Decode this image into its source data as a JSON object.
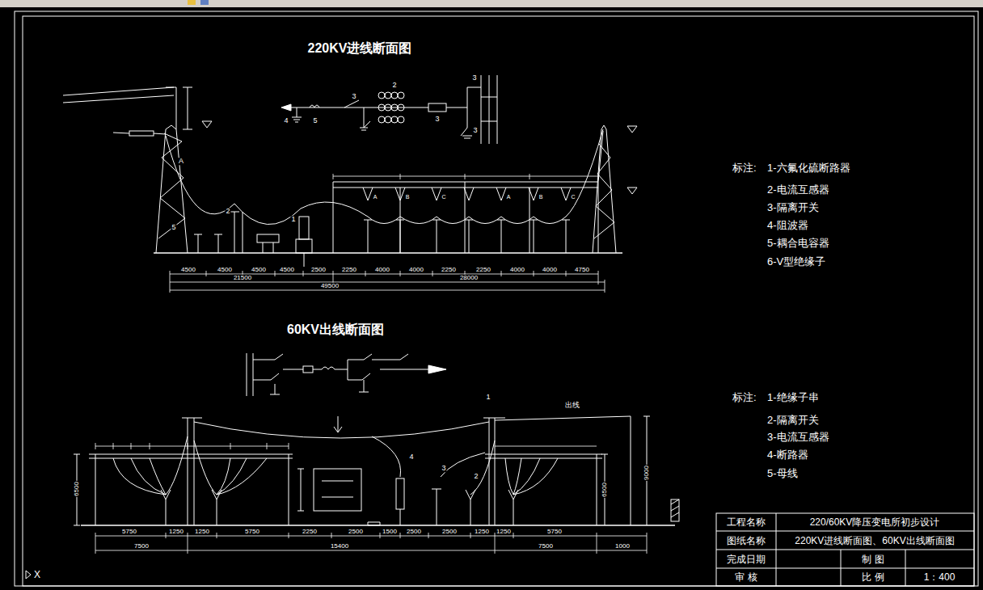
{
  "diagram": {
    "labels": [
      "220KV进线断面图",
      "60KV出线断面图",
      "标注:",
      "1-六氟化硫断路器",
      "2-电流互感器",
      "3-隔离开关",
      "4-阻波器",
      "5-耦合电容器",
      "6-V型绝缘子",
      "标注:",
      "1-绝缘子串",
      "2-隔离开关",
      "3-电流互感器",
      "4-断路器",
      "5-母线",
      "工程名称",
      "220/60KV降压变电所初步设计",
      "图纸名称",
      "220KV进线断面图、60KV出线断面图",
      "完成日期",
      "制 图",
      "审 核",
      "比 例",
      "1：400",
      "4500",
      "4500",
      "4500",
      "4500",
      "2500",
      "2250",
      "4000",
      "4000",
      "2250",
      "2250",
      "4000",
      "4000",
      "4750",
      "21500",
      "28000",
      "49500",
      "5750",
      "1250",
      "1250",
      "5750",
      "2250",
      "2500",
      "1500",
      "2500",
      "2500",
      "1250",
      "1250",
      "5750",
      "7500",
      "15400",
      "7500",
      "1000",
      "6500",
      "6500",
      "9000",
      "A",
      "5",
      "2",
      "1",
      "A",
      "B",
      "C",
      "A",
      "B",
      "C",
      "4",
      "5",
      "3",
      "2",
      "3",
      "3",
      "3",
      "1",
      "4",
      "3",
      "2",
      "出线",
      "X"
    ]
  }
}
